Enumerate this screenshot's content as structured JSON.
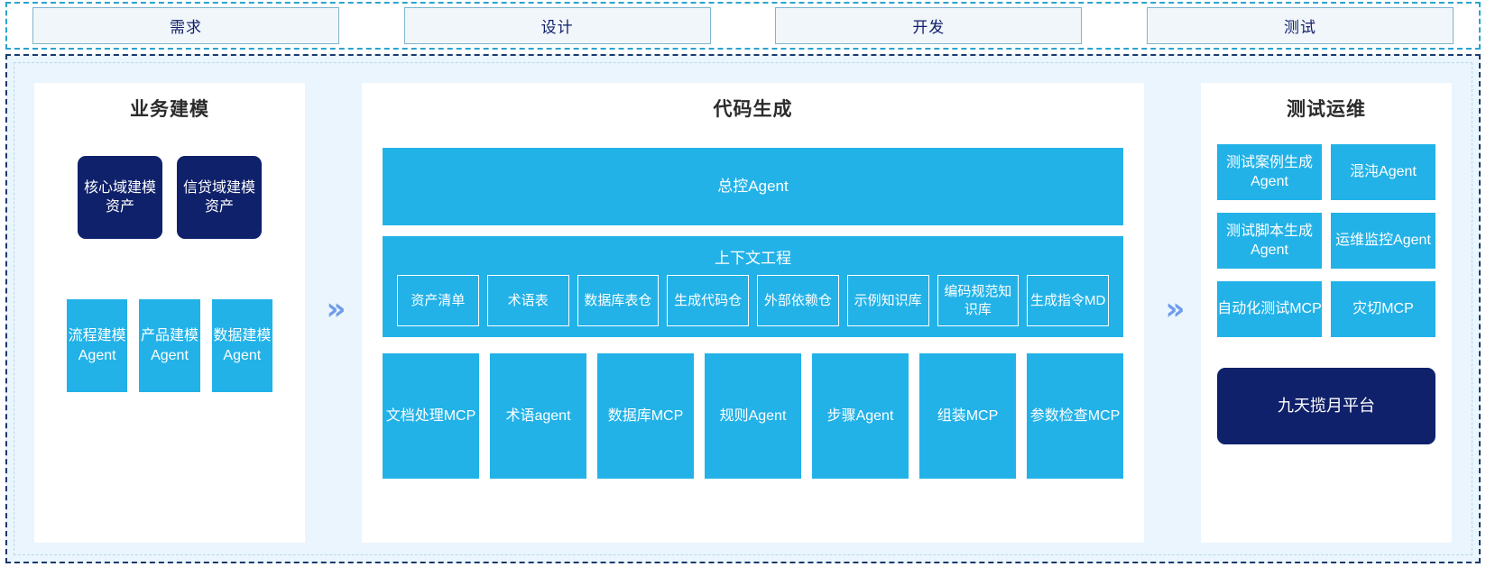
{
  "phases": [
    {
      "label": "需求"
    },
    {
      "label": "设计"
    },
    {
      "label": "开发"
    },
    {
      "label": "测试"
    }
  ],
  "arrows": {
    "glyph": "»"
  },
  "business_modeling": {
    "title": "业务建模",
    "assets": [
      {
        "label": "核心域建模资产"
      },
      {
        "label": "信贷域建模资产"
      }
    ],
    "agents": [
      {
        "label": "流程建模Agent"
      },
      {
        "label": "产品建模Agent"
      },
      {
        "label": "数据建模Agent"
      }
    ]
  },
  "code_generation": {
    "title": "代码生成",
    "master_agent": "总控Agent",
    "context_engineering": {
      "title": "上下文工程",
      "items": [
        {
          "label": "资产清单"
        },
        {
          "label": "术语表"
        },
        {
          "label": "数据库表仓"
        },
        {
          "label": "生成代码仓"
        },
        {
          "label": "外部依赖仓"
        },
        {
          "label": "示例知识库"
        },
        {
          "label": "编码规范知识库"
        },
        {
          "label": "生成指令MD"
        }
      ]
    },
    "tools": [
      {
        "label": "文档处理MCP"
      },
      {
        "label": "术语agent"
      },
      {
        "label": "数据库MCP"
      },
      {
        "label": "规则Agent"
      },
      {
        "label": "步骤Agent"
      },
      {
        "label": "组装MCP"
      },
      {
        "label": "参数检查MCP"
      }
    ]
  },
  "test_ops": {
    "title": "测试运维",
    "items": [
      {
        "label": "测试案例生成Agent"
      },
      {
        "label": "混沌Agent"
      },
      {
        "label": "测试脚本生成Agent"
      },
      {
        "label": "运维监控Agent"
      },
      {
        "label": "自动化测试MCP"
      },
      {
        "label": "灾切MCP"
      }
    ],
    "platform": "九天揽月平台"
  },
  "colors": {
    "accent_blue": "#22b2e8",
    "navy": "#10216b",
    "panel_bg": "#ffffff",
    "frame_bg": "#eaf5fd",
    "frame_border": "#1b3a6b",
    "phase_border": "#29a3d0",
    "chevron": "#6e9cec"
  }
}
